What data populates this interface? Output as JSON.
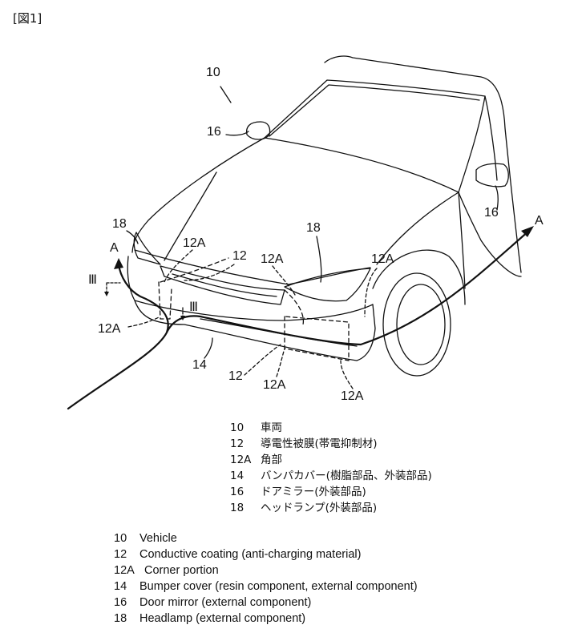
{
  "figure_title": "[図1]",
  "labels": {
    "vehicle": "10",
    "mirror_left": "16",
    "mirror_right": "16",
    "headlamp_left": "18",
    "headlamp_right": "18",
    "section_a_left": "A",
    "section_a_right": "A",
    "section_iii_left": "Ⅲ",
    "section_iii_right": "Ⅲ",
    "corner_upper_left": "12A",
    "coating_upper": "12",
    "corner_upper_mid": "12A",
    "corner_upper_right": "12A",
    "corner_lower_left": "12A",
    "bumper": "14",
    "coating_lower": "12",
    "corner_lower_mid": "12A",
    "corner_lower_right": "12A"
  },
  "legend_ja": [
    {
      "num": "10",
      "text": "車両"
    },
    {
      "num": "12",
      "text": "導電性被膜(帯電抑制材)"
    },
    {
      "num": "12A",
      "text": "角部"
    },
    {
      "num": "14",
      "text": "バンパカバー(樹脂部品、外装部品)"
    },
    {
      "num": "16",
      "text": "ドアミラー(外装部品)"
    },
    {
      "num": "18",
      "text": "ヘッドランプ(外装部品)"
    }
  ],
  "legend_en": [
    {
      "num": "10",
      "text": "Vehicle"
    },
    {
      "num": "12",
      "text": "Conductive coating (anti-charging material)"
    },
    {
      "num": "12A",
      "text": "Corner portion"
    },
    {
      "num": "14",
      "text": "Bumper cover (resin component, external component)"
    },
    {
      "num": "16",
      "text": "Door mirror (external component)"
    },
    {
      "num": "18",
      "text": "Headlamp (external component)"
    }
  ]
}
